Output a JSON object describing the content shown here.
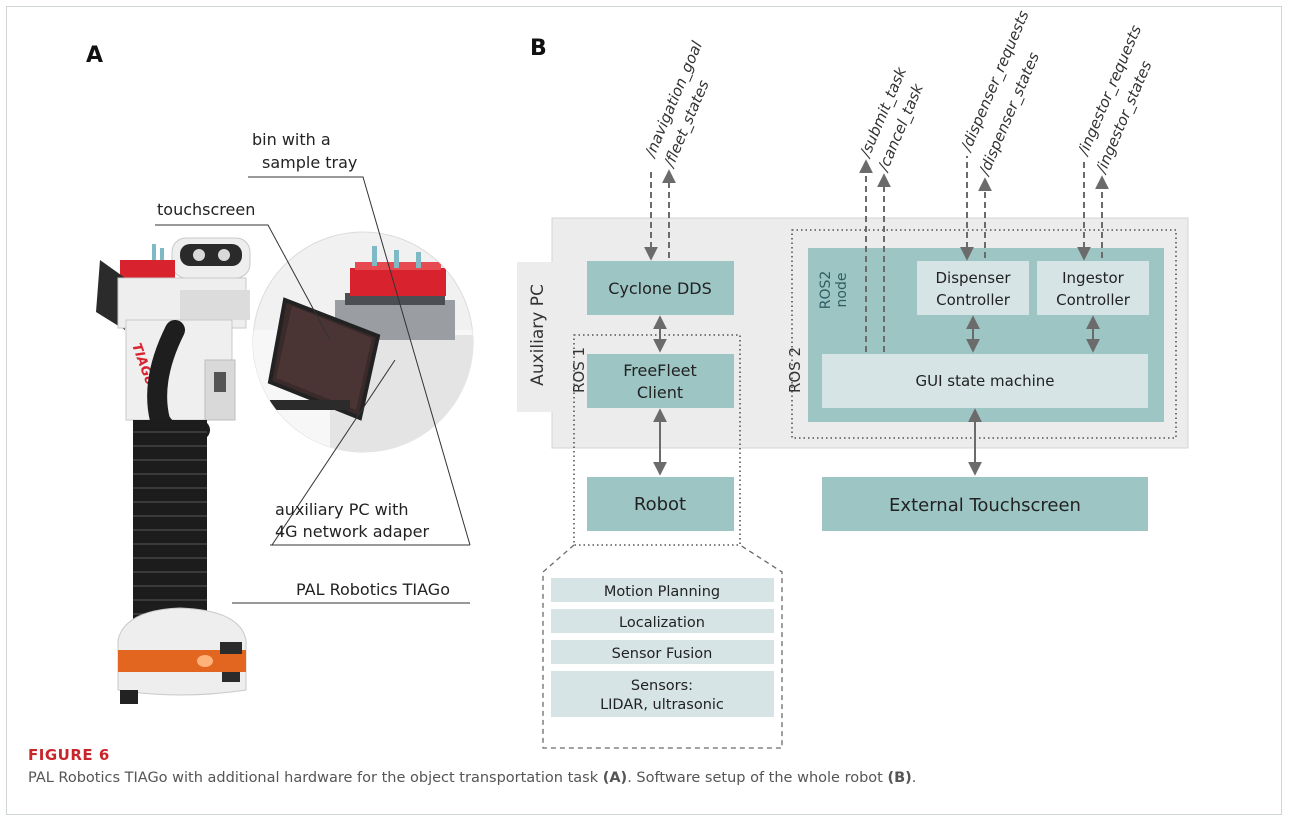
{
  "panel_labels": {
    "a": "A",
    "b": "B"
  },
  "photo_labels": {
    "bin_line1": "bin with a",
    "bin_line2": "sample tray",
    "touchscreen": "touchscreen",
    "aux_line1": "auxiliary PC with",
    "aux_line2": "4G network adaper",
    "robot_name": "PAL Robotics TIAGo",
    "robot_brand": "TIAGo"
  },
  "diagram": {
    "auxiliary_pc": "Auxiliary PC",
    "ros1": "ROS 1",
    "ros2": "ROS 2",
    "ros2_node_line1": "ROS2",
    "ros2_node_line2": "node",
    "cyclone": "Cyclone DDS",
    "freefleet_line1": "FreeFleet",
    "freefleet_line2": "Client",
    "robot": "Robot",
    "dispenser_line1": "Dispenser",
    "dispenser_line2": "Controller",
    "ingestor_line1": "Ingestor",
    "ingestor_line2": "Controller",
    "gui": "GUI state machine",
    "external": "External Touchscreen",
    "topics": {
      "navigation_goal": "/navigation_goal",
      "fleet_states": "/fleet_states",
      "submit_task": "/submit_task",
      "cancel_task": "/cancel_task",
      "dispenser_requests": "/dispenser_requests",
      "dispenser_states": "/dispenser_states",
      "ingestor_requests": "/ingestor_requests",
      "ingestor_states": "/ingestor_states"
    },
    "stack": {
      "motion": "Motion Planning",
      "localization": "Localization",
      "fusion": "Sensor Fusion",
      "sensors_line1": "Sensors:",
      "sensors_line2": "LIDAR, ultrasonic"
    }
  },
  "caption": {
    "label": "FIGURE 6",
    "text_before_a": "PAL Robotics TIAGo with additional hardware for the object transportation task ",
    "ref_a": "(A)",
    "text_middle": ". Software setup of the whole robot ",
    "ref_b": "(B)",
    "text_end": "."
  },
  "colors": {
    "teal_box": "#9cc5c4",
    "light_box": "#d6e4e6",
    "aux_bg": "#ececec",
    "robot_white": "#eeeeee",
    "robot_orange": "#e2661f",
    "robot_dark": "#262626",
    "tray_red": "#d8232f",
    "caption_red": "#c9262c"
  }
}
